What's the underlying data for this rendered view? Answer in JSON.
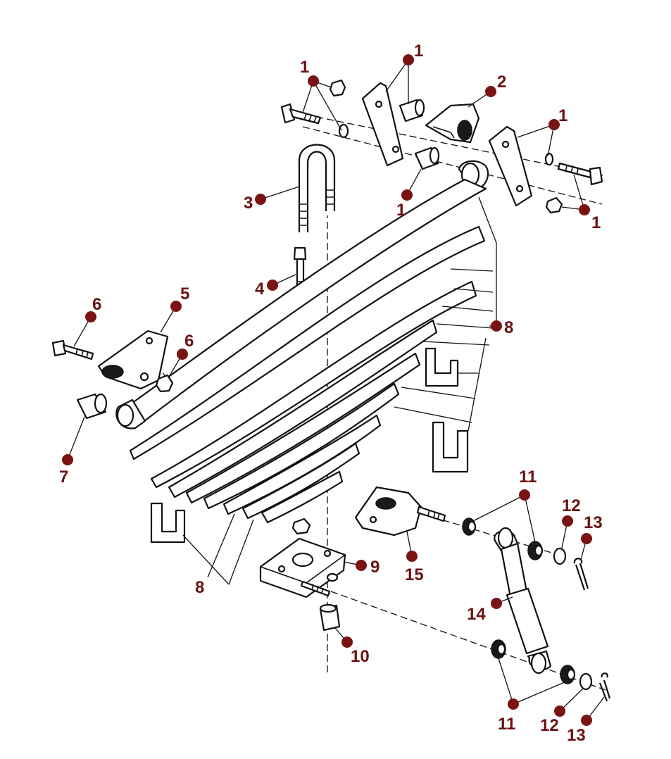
{
  "colors": {
    "callout": "#7a1414",
    "callout_text": "#6b1212",
    "line": "#111111",
    "background": "#ffffff"
  },
  "callouts": [
    {
      "id": "c1a",
      "label": "1"
    },
    {
      "id": "c1b",
      "label": "1"
    },
    {
      "id": "c1c",
      "label": "1"
    },
    {
      "id": "c1d",
      "label": "1"
    },
    {
      "id": "c1e",
      "label": "1"
    },
    {
      "id": "c2",
      "label": "2"
    },
    {
      "id": "c3",
      "label": "3"
    },
    {
      "id": "c4",
      "label": "4"
    },
    {
      "id": "c5",
      "label": "5"
    },
    {
      "id": "c6a",
      "label": "6"
    },
    {
      "id": "c6b",
      "label": "6"
    },
    {
      "id": "c7",
      "label": "7"
    },
    {
      "id": "c8a",
      "label": "8"
    },
    {
      "id": "c8b",
      "label": "8"
    },
    {
      "id": "c9",
      "label": "9"
    },
    {
      "id": "c10",
      "label": "10"
    },
    {
      "id": "c11a",
      "label": "11"
    },
    {
      "id": "c11b",
      "label": "11"
    },
    {
      "id": "c12a",
      "label": "12"
    },
    {
      "id": "c12b",
      "label": "12"
    },
    {
      "id": "c13a",
      "label": "13"
    },
    {
      "id": "c13b",
      "label": "13"
    },
    {
      "id": "c14",
      "label": "14"
    },
    {
      "id": "c15",
      "label": "15"
    }
  ]
}
